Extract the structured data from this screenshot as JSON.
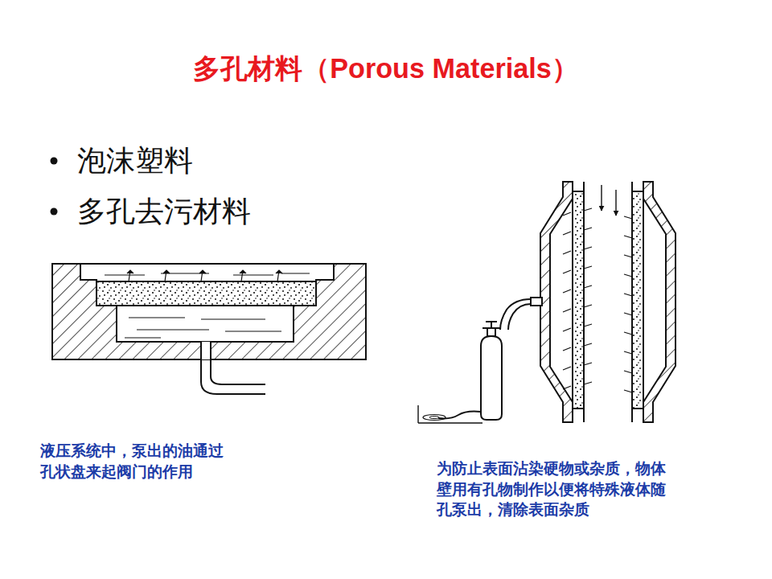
{
  "diagram": {
    "title": "多孔材料（Porous Materials）",
    "labels": [
      "泡沫塑料",
      "多孔去污材料",
      "液压系统中，泵出的油通过孔状盘来起阀门的作用",
      "为防止表面沾染硬物或杂质，物体壁用有孔物制作以便将特殊液体随孔泵出，清除表面杂质"
    ]
  }
}
